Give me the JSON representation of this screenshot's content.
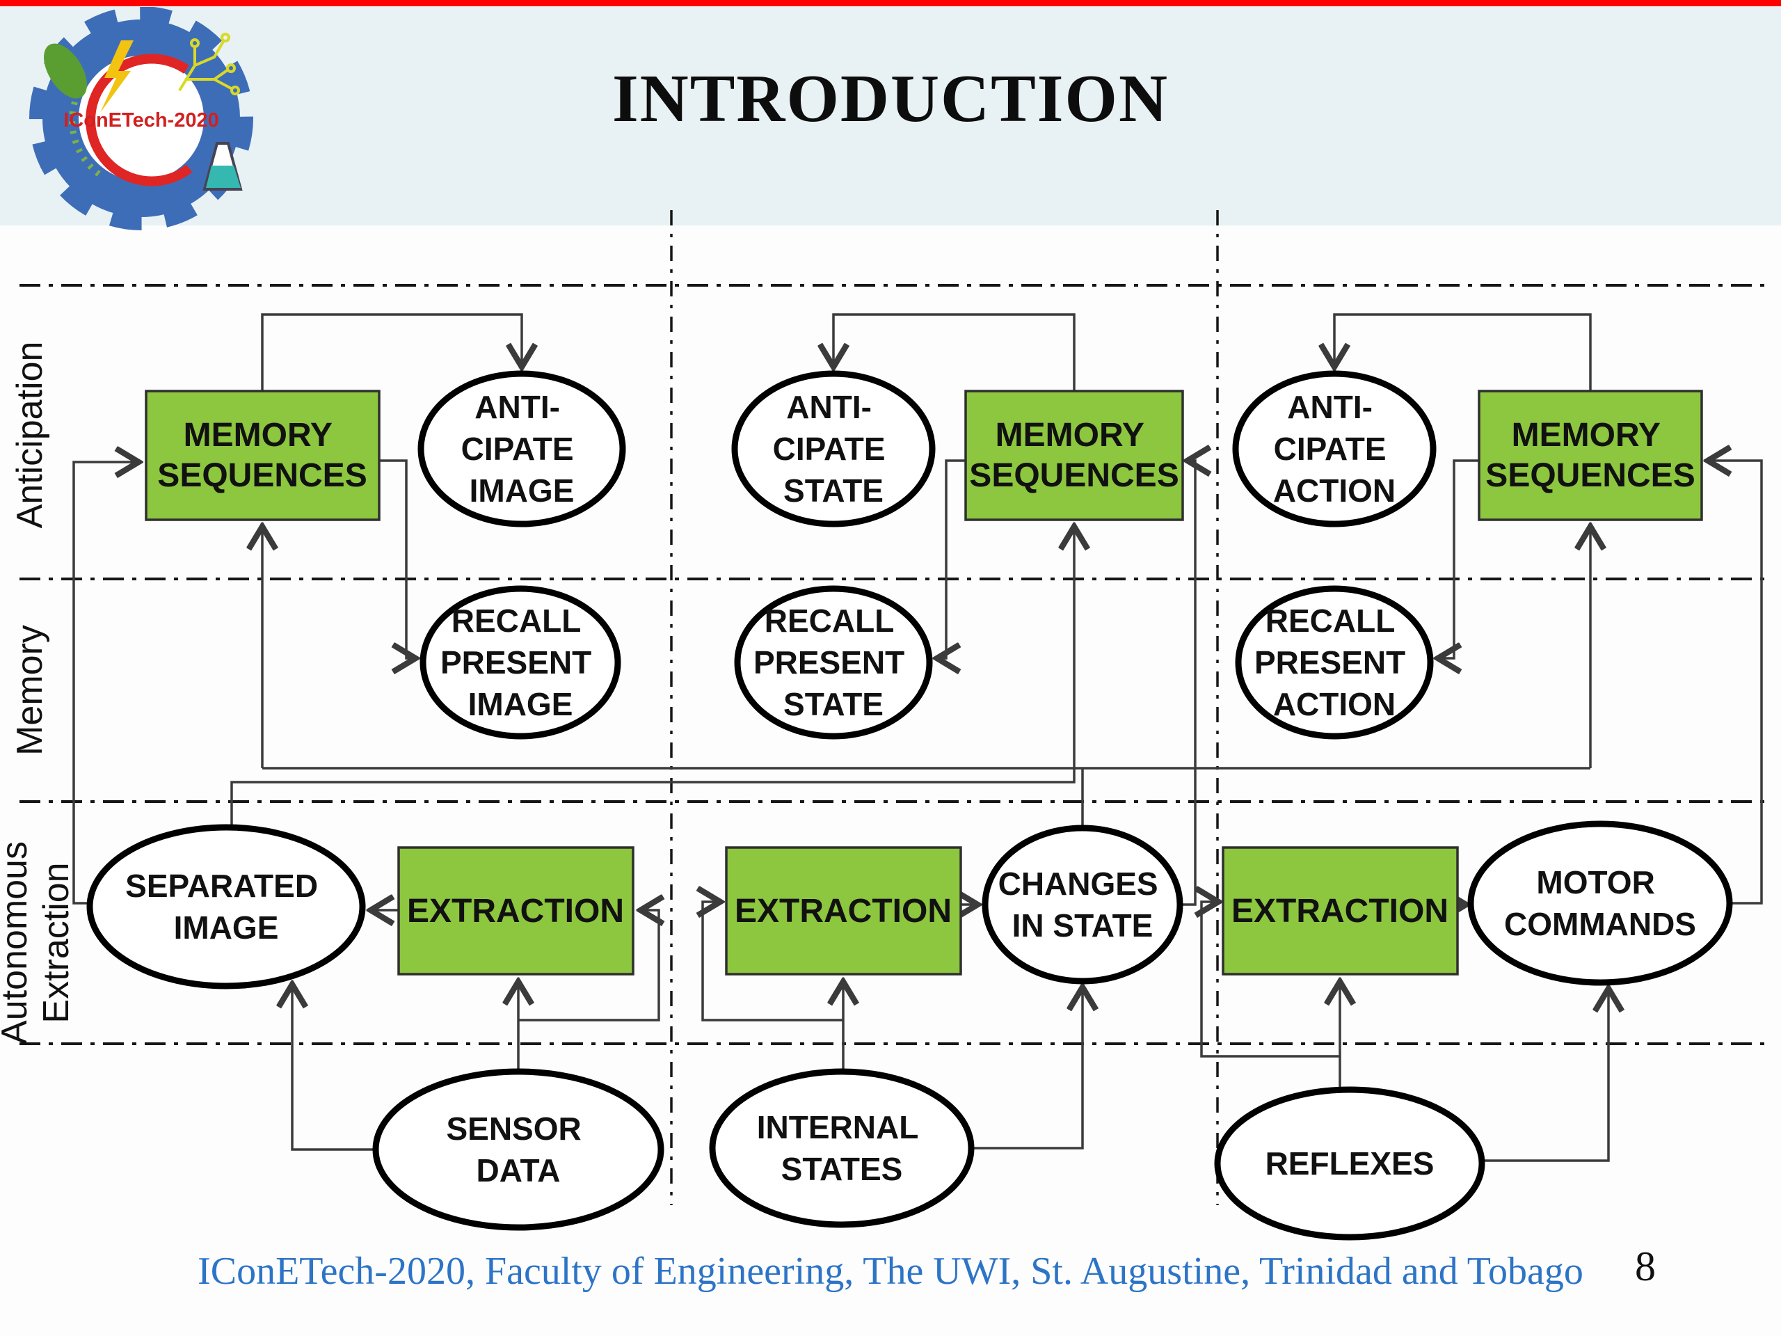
{
  "slide": {
    "title": "INTRODUCTION",
    "footer_text": "IConETech-2020, Faculty of Engineering, The UWI, St. Augustine, Trinidad and Tobago",
    "page_number": "8"
  },
  "logo": {
    "label": "IConETech-2020"
  },
  "row_labels": {
    "anticipation": "Anticipation",
    "memory": "Memory",
    "autonomous_line1": "Autonomous",
    "autonomous_line2": "Extraction"
  },
  "nodes": {
    "memory_sequences_1": {
      "lines": [
        "MEMORY",
        "SEQUENCES"
      ]
    },
    "anticipate_image": {
      "lines": [
        "ANTI-",
        "CIPATE",
        "IMAGE"
      ]
    },
    "anticipate_state": {
      "lines": [
        "ANTI-",
        "CIPATE",
        "STATE"
      ]
    },
    "memory_sequences_2": {
      "lines": [
        "MEMORY",
        "SEQUENCES"
      ]
    },
    "anticipate_action": {
      "lines": [
        "ANTI-",
        "CIPATE",
        "ACTION"
      ]
    },
    "memory_sequences_3": {
      "lines": [
        "MEMORY",
        "SEQUENCES"
      ]
    },
    "recall_present_image": {
      "lines": [
        "RECALL",
        "PRESENT",
        "IMAGE"
      ]
    },
    "recall_present_state": {
      "lines": [
        "RECALL",
        "PRESENT",
        "STATE"
      ]
    },
    "recall_present_action": {
      "lines": [
        "RECALL",
        "PRESENT",
        "ACTION"
      ]
    },
    "separated_image": {
      "lines": [
        "SEPARATED",
        "IMAGE"
      ]
    },
    "extraction_1": {
      "lines": [
        "EXTRACTION"
      ]
    },
    "extraction_2": {
      "lines": [
        "EXTRACTION"
      ]
    },
    "changes_in_state": {
      "lines": [
        "CHANGES",
        "IN STATE"
      ]
    },
    "extraction_3": {
      "lines": [
        "EXTRACTION"
      ]
    },
    "motor_commands": {
      "lines": [
        "MOTOR",
        "COMMANDS"
      ]
    },
    "sensor_data": {
      "lines": [
        "SENSOR",
        "DATA"
      ]
    },
    "internal_states": {
      "lines": [
        "INTERNAL",
        "STATES"
      ]
    },
    "reflexes": {
      "lines": [
        "REFLEXES"
      ]
    }
  },
  "colors": {
    "accent_green": "#8dc63f",
    "topbar_red": "#fe0000",
    "header_bg": "#e8f2f4",
    "footer_blue": "#2d74c6"
  }
}
